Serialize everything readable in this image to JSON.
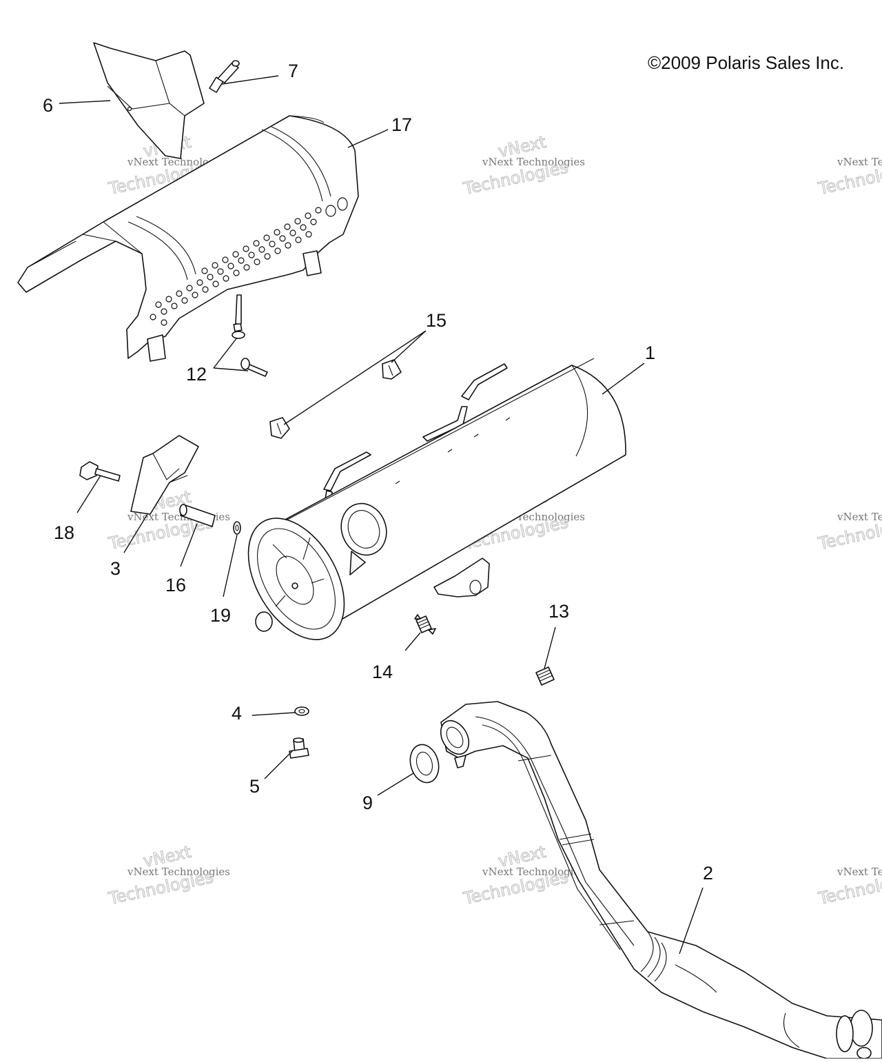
{
  "copyright": "2009 Polaris Sales Inc.",
  "watermark": {
    "line1": "vNext Technologies",
    "line2": "vNext",
    "line3": "Technologies"
  },
  "callouts": [
    "1",
    "2",
    "3",
    "4",
    "5",
    "6",
    "7",
    "9",
    "12",
    "13",
    "14",
    "15",
    "16",
    "17",
    "18",
    "19"
  ]
}
